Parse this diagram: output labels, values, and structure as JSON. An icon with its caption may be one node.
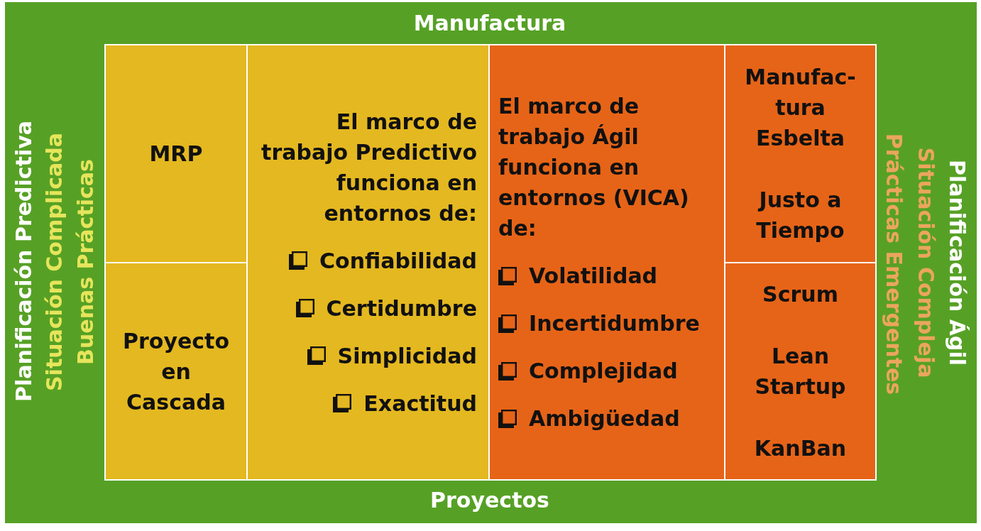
{
  "diagram": {
    "nodes": [
      {
        "text": [
          "Manufactura",
          "Planificación Predictiva",
          "Situación Complicada",
          "Buenas Prácticas",
          "Planificación Ágil",
          "Situación Compleja",
          "Prácticas Emergentes",
          "Proyectos"
        ]
      },
      {
        "text": [
          "MRP"
        ],
        "in": 0
      },
      {
        "text": [
          "Proyecto en Cascada"
        ],
        "in": 0
      },
      {
        "text": [
          "El marco de trabajo Predictivo funciona en entornos de:",
          "Confiabilidad",
          "Certidumbre",
          "Simplicidad",
          "Exactitud"
        ],
        "in": 0
      },
      {
        "text": [
          "El marco de trabajo Ágil funciona en entornos (VICA) de:",
          "Volatilidad",
          "Incertidumbre",
          "Complejidad",
          "Ambigüedad"
        ],
        "in": 0
      },
      {
        "text": [
          "Manufac-tura Esbelta",
          "Justo a Tiempo"
        ],
        "in": 0
      },
      {
        "text": [
          "Scrum",
          "Lean Startup",
          "KanBan"
        ],
        "in": 0
      }
    ]
  }
}
